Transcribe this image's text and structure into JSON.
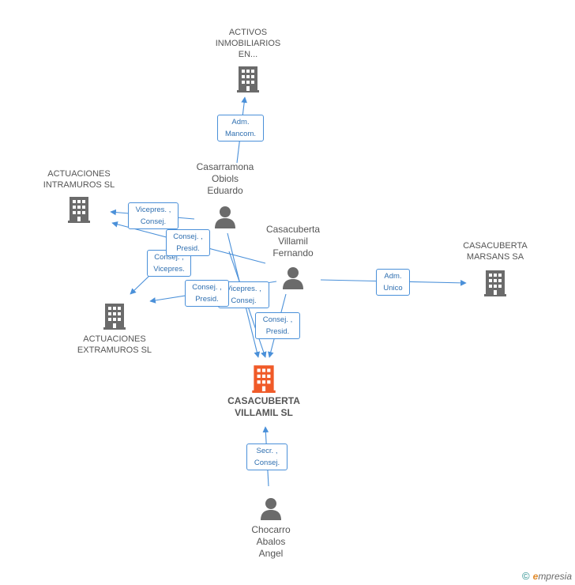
{
  "nodes": {
    "activos": {
      "lines": [
        "ACTIVOS",
        "INMOBILIARIOS",
        "EN..."
      ]
    },
    "intramuros": {
      "lines": [
        "ACTUACIONES",
        "INTRAMUROS SL"
      ]
    },
    "extramuros": {
      "lines": [
        "ACTUACIONES",
        "EXTRAMUROS SL"
      ]
    },
    "marsans": {
      "lines": [
        "CASACUBERTA",
        "MARSANS SA"
      ]
    },
    "main": {
      "lines": [
        "CASACUBERTA",
        "VILLAMIL SL"
      ]
    },
    "casarramona": {
      "lines": [
        "Casarramona",
        "Obiols",
        "Eduardo"
      ]
    },
    "fernando": {
      "lines": [
        "Casacuberta",
        "Villamil",
        "Fernando"
      ]
    },
    "chocarro": {
      "lines": [
        "Chocarro",
        "Abalos",
        "Angel"
      ]
    }
  },
  "badges": {
    "b1": [
      "Adm.",
      "Mancom."
    ],
    "b2": [
      "Vicepres. ,",
      "Consej."
    ],
    "b3": [
      "Consej. ,",
      "Presid."
    ],
    "b4": [
      "Consej. ,",
      "Vicepres."
    ],
    "b5": [
      "Vicepres. ,",
      "Consej."
    ],
    "b6": [
      "Consej. ,",
      "Presid."
    ],
    "b7": [
      "Consej. ,",
      "Presid."
    ],
    "b8": [
      "Adm.",
      "Unico"
    ],
    "b9": [
      "Secr. ,",
      "Consej."
    ]
  },
  "colors": {
    "edge": "#4a90d9",
    "building": "#6b6b6b",
    "building_main": "#f05a28",
    "person": "#6b6b6b"
  },
  "footer": {
    "copyright": "©",
    "brand_e": "e",
    "brand_rest": "mpresia"
  }
}
